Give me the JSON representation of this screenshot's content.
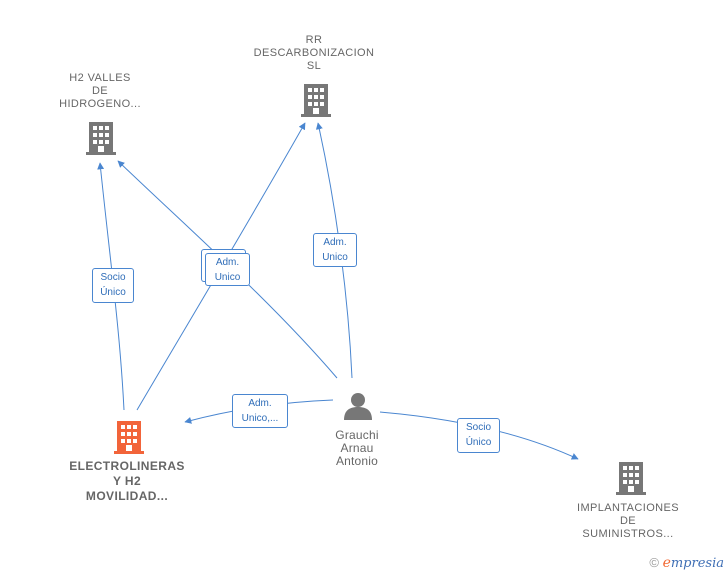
{
  "colors": {
    "edge": "#4a86d0",
    "building": "#777777",
    "building_focus": "#f2643a",
    "person": "#777777"
  },
  "nodes": {
    "h2_valles": {
      "label": "H2 VALLES\nDE\nHIDROGENO...",
      "icon": "building-icon"
    },
    "rr_descarbonizacion": {
      "label": "RR\nDESCARBONIZACION\nSL",
      "icon": "building-icon"
    },
    "electrolineras": {
      "label": "ELECTROLINERAS\nY H2\nMOVILIDAD...",
      "icon": "building-icon"
    },
    "grauchi": {
      "label": "Grauchi\nArnau\nAntonio",
      "icon": "person-icon"
    },
    "implantaciones": {
      "label": "IMPLANTACIONES\nDE\nSUMINISTROS...",
      "icon": "building-icon"
    }
  },
  "edge_labels": {
    "socio_unico_h2": "Socio\nÚnico",
    "adm_unico_center": "Adm.\nUnico",
    "adm_unico_rr": "Adm.\nUnico",
    "adm_unico_elec": "Adm.\nUnico,...",
    "socio_unico_impl": "Socio\nÚnico"
  },
  "brand": {
    "copyright": "©",
    "e": "e",
    "name": "mpresia"
  }
}
